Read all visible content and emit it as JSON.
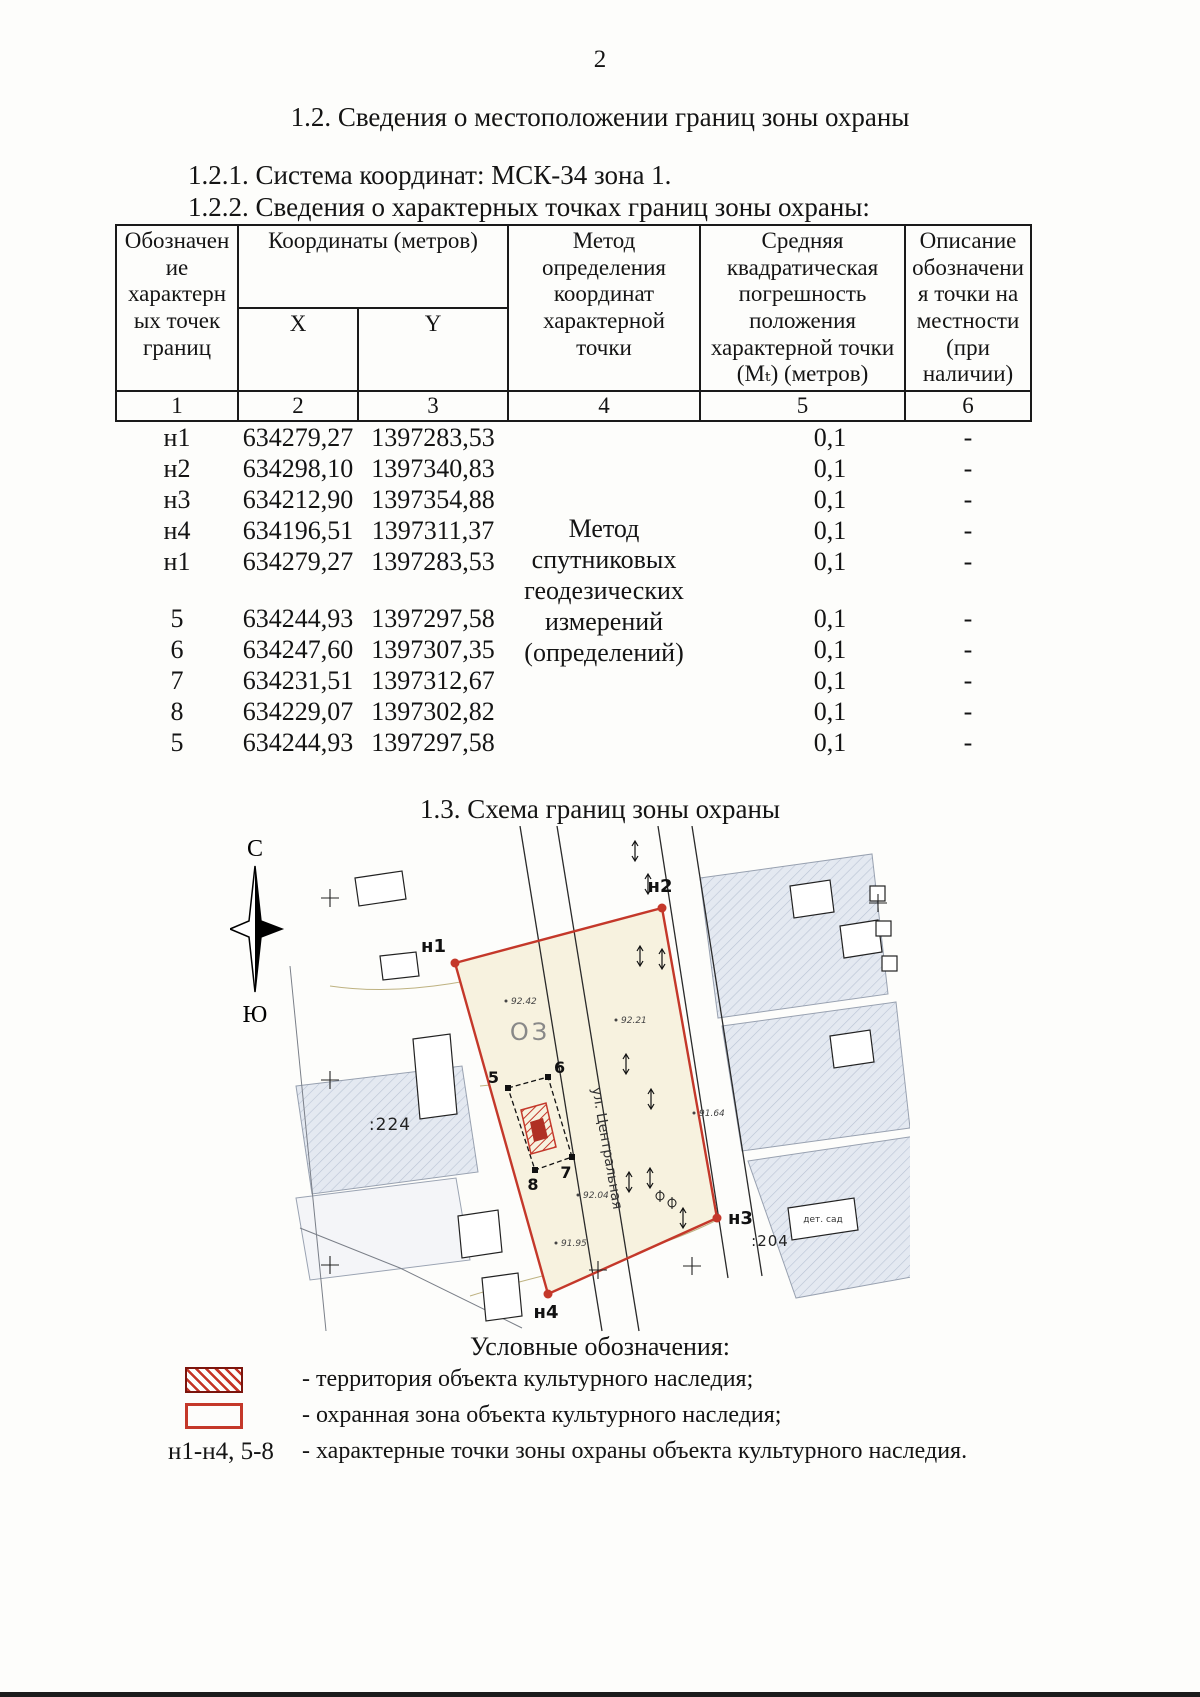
{
  "page": {
    "number": "2"
  },
  "headings": {
    "section_12": "1.2. Сведения о местоположении границ зоны охраны",
    "section_121": "1.2.1. Система координат: МСК-34 зона 1.",
    "section_122": "1.2.2. Сведения о характерных точках границ зоны охраны:",
    "section_13": "1.3. Схема границ зоны охраны"
  },
  "table": {
    "headers": {
      "designation": "Обозначение характерных точек границ",
      "coordinates_group": "Координаты (метров)",
      "x": "X",
      "y": "Y",
      "method": "Метод определения координат характерной точки",
      "rmse": "Средняя квадратическая погрешность положения характерной точки (Мₜ) (метров)",
      "description": "Описание обозначения точки на местности (при наличии)"
    },
    "column_numbers": [
      "1",
      "2",
      "3",
      "4",
      "5",
      "6"
    ],
    "method_value": "Метод спутниковых геодезических измерений (определений)",
    "rows": [
      {
        "point": "н1",
        "x": "634279,27",
        "y": "1397283,53",
        "mt": "0,1",
        "desc": "-"
      },
      {
        "point": "н2",
        "x": "634298,10",
        "y": "1397340,83",
        "mt": "0,1",
        "desc": "-"
      },
      {
        "point": "н3",
        "x": "634212,90",
        "y": "1397354,88",
        "mt": "0,1",
        "desc": "-"
      },
      {
        "point": "н4",
        "x": "634196,51",
        "y": "1397311,37",
        "mt": "0,1",
        "desc": "-"
      },
      {
        "point": "н1",
        "x": "634279,27",
        "y": "1397283,53",
        "mt": "0,1",
        "desc": "-"
      },
      {
        "point": "5",
        "x": "634244,93",
        "y": "1397297,58",
        "mt": "0,1",
        "desc": "-"
      },
      {
        "point": "6",
        "x": "634247,60",
        "y": "1397307,35",
        "mt": "0,1",
        "desc": "-"
      },
      {
        "point": "7",
        "x": "634231,51",
        "y": "1397312,67",
        "mt": "0,1",
        "desc": "-"
      },
      {
        "point": "8",
        "x": "634229,07",
        "y": "1397302,82",
        "mt": "0,1",
        "desc": "-"
      },
      {
        "point": "5",
        "x": "634244,93",
        "y": "1397297,58",
        "mt": "0,1",
        "desc": "-"
      }
    ]
  },
  "map": {
    "north_label": "С",
    "south_label": "Ю",
    "zone_code": "ОЗ",
    "street": "ул. Центральная",
    "parcel_224": ":224",
    "parcel_204": ":204",
    "kindergarten": "дет. сад",
    "points": {
      "n1": "н1",
      "n2": "н2",
      "n3": "н3",
      "n4": "н4",
      "p5": "5",
      "p6": "6",
      "p7": "7",
      "p8": "8"
    },
    "spot_marks": [
      {
        "label": "92.42"
      },
      {
        "label": "92.21"
      },
      {
        "label": "91.64"
      },
      {
        "label": "92.04"
      },
      {
        "label": "91.95"
      }
    ]
  },
  "legend": {
    "title": "Условные обозначения:",
    "items": [
      {
        "label": "",
        "text": "- территория объекта культурного наследия;"
      },
      {
        "label": "",
        "text": "- охранная зона объекта культурного наследия;"
      },
      {
        "label": "н1-н4, 5-8",
        "text": "- характерные точки зоны охраны объекта культурного наследия."
      }
    ]
  },
  "colors": {
    "accent_red": "#c4382a",
    "parcel_fill": "#e4e9f1",
    "parcel_hatch": "#b9c3d4",
    "zone_fill": "#f7f2df"
  }
}
